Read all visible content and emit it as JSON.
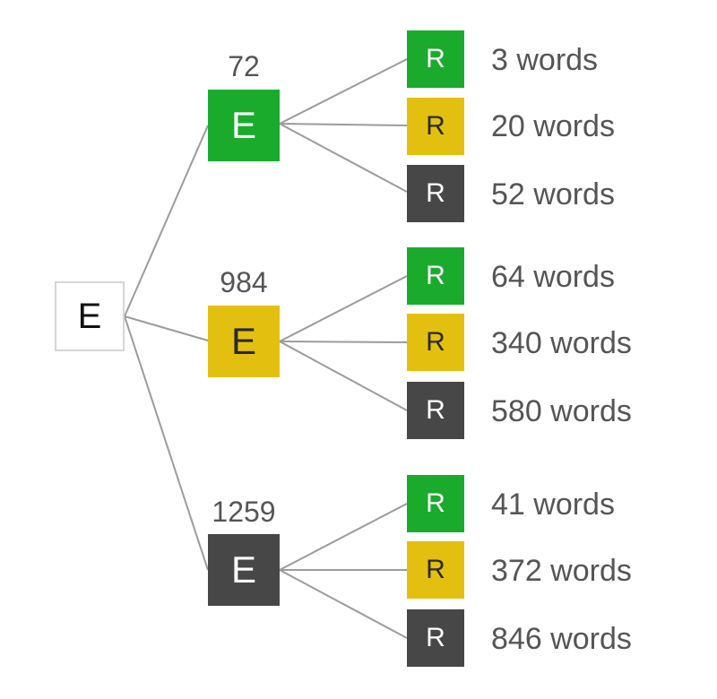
{
  "colors": {
    "green": "#1aab2d",
    "yellow": "#e3c00f",
    "gray": "#474747",
    "edge": "#9b9b9b",
    "text_on_green": "#ffffff",
    "text_on_yellow": "#2a2a2a",
    "text_on_gray": "#ffffff"
  },
  "root": {
    "letter": "E"
  },
  "groups": [
    {
      "count": "72",
      "letter": "E",
      "color": "green",
      "leaves": [
        {
          "letter": "R",
          "color": "green",
          "label": "3 words"
        },
        {
          "letter": "R",
          "color": "yellow",
          "label": "20 words"
        },
        {
          "letter": "R",
          "color": "gray",
          "label": "52 words"
        }
      ]
    },
    {
      "count": "984",
      "letter": "E",
      "color": "yellow",
      "leaves": [
        {
          "letter": "R",
          "color": "green",
          "label": "64 words"
        },
        {
          "letter": "R",
          "color": "yellow",
          "label": "340 words"
        },
        {
          "letter": "R",
          "color": "gray",
          "label": "580 words"
        }
      ]
    },
    {
      "count": "1259",
      "letter": "E",
      "color": "gray",
      "leaves": [
        {
          "letter": "R",
          "color": "green",
          "label": "41 words"
        },
        {
          "letter": "R",
          "color": "yellow",
          "label": "372 words"
        },
        {
          "letter": "R",
          "color": "gray",
          "label": "846 words"
        }
      ]
    }
  ]
}
